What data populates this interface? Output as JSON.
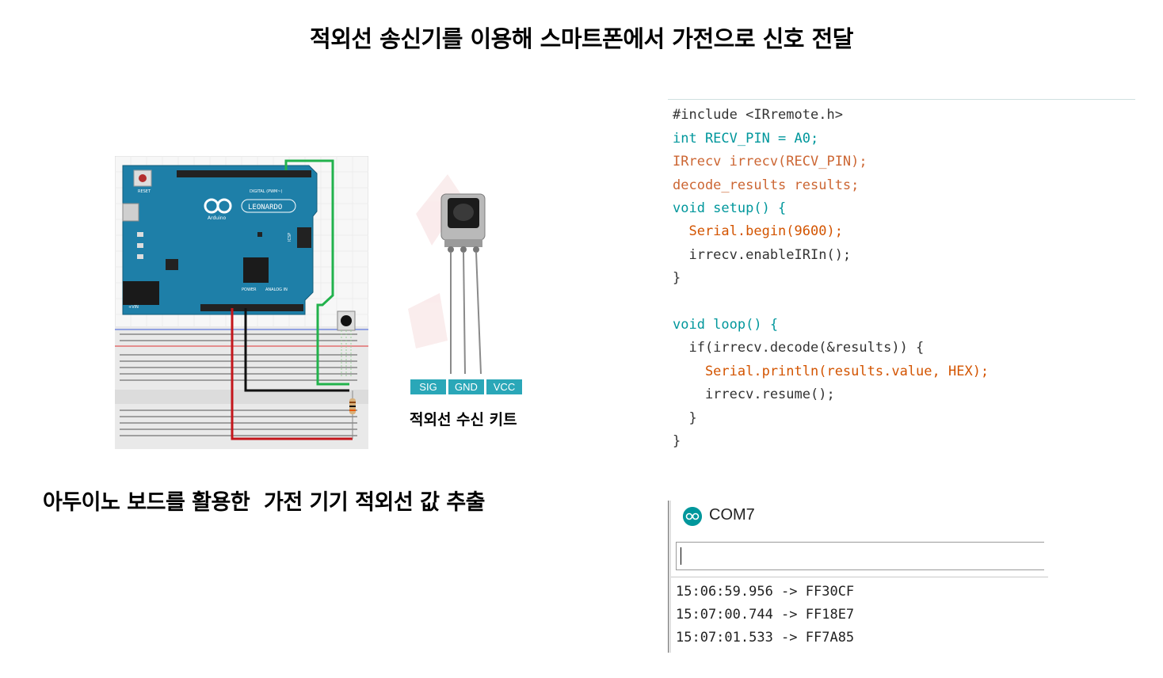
{
  "title": "적외선 송신기를 이용해 스마트폰에서 가전으로 신호 전달",
  "subtitle": "아두이노 보드를 활용한  가전 기기 적외선 값 추출",
  "circuit": {
    "board_brand": "Arduino",
    "board_model": "LEONARDO",
    "reset_label": "RESET",
    "digital_label": "DIGITAL (PWM~)",
    "power_label": "POWER",
    "analog_label": "ANALOG IN",
    "icsp_label": "ICSP",
    "vin_label": "+VIN"
  },
  "kit": {
    "pins": [
      "SIG",
      "GND",
      "VCC"
    ],
    "caption": "적외선 수신 키트",
    "pin_color": "#2aa7b8"
  },
  "code": {
    "lines": [
      "#include <IRremote.h>",
      "int RECV_PIN = A0;",
      "IRrecv irrecv(RECV_PIN);",
      "decode_results results;",
      "void setup() {",
      "  Serial.begin(9600);",
      "  irrecv.enableIRIn();",
      "}",
      "",
      "void loop() {",
      "  if(irrecv.decode(&results)) {",
      "    Serial.println(results.value, HEX);",
      "    irrecv.resume();",
      "  }",
      "}"
    ]
  },
  "serial": {
    "port": "COM7",
    "input_value": "",
    "lines": [
      "15:06:59.956 -> FF30CF",
      "15:07:00.744 -> FF18E7",
      "15:07:01.533 -> FF7A85"
    ]
  },
  "colors": {
    "arduino_teal": "#00979c",
    "board_blue": "#1e7fa8",
    "wire_green": "#22b24c",
    "wire_red": "#c4161c",
    "wire_black": "#111111"
  }
}
